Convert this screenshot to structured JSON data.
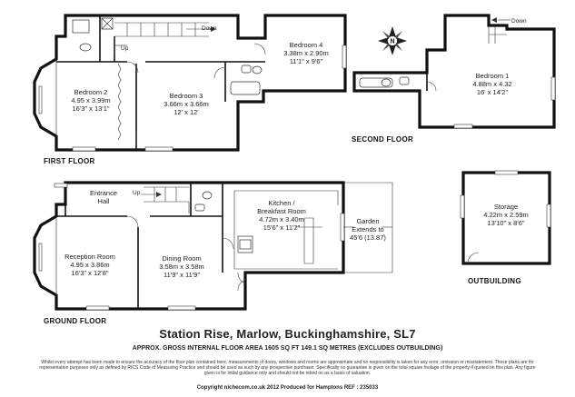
{
  "floors": {
    "first": "FIRST FLOOR",
    "second": "SECOND FLOOR",
    "ground": "GROUND FLOOR",
    "outbuilding": "OUTBUILDING"
  },
  "rooms": {
    "bedroom2": {
      "name": "Bedroom 2",
      "metric": "4.95 x 3.99m",
      "imperial": "16'3\" x 13'1\""
    },
    "bedroom3": {
      "name": "Bedroom 3",
      "metric": "3.66m x 3.66m",
      "imperial": "12' x 12'"
    },
    "bedroom4": {
      "name": "Bedroom 4",
      "metric": "3.38m x 2.90m",
      "imperial": "11'1\" x 9'6\""
    },
    "bedroom1": {
      "name": "Bedroom 1",
      "metric": "4.88m x 4.32",
      "imperial": "16' x 14'2\""
    },
    "entrance": {
      "line1": "Entrance",
      "line2": "Hall"
    },
    "kitchen": {
      "line1": "Kitchen /",
      "line2": "Breakfast Room",
      "metric": "4.72m x 3.40m",
      "imperial": "15'6\" x 11'2\""
    },
    "reception": {
      "name": "Reception Room",
      "metric": "4.95 x 3.86m",
      "imperial": "16'3\" x 12'8\""
    },
    "dining": {
      "name": "Dining Room",
      "metric": "3.58m x 3.58m",
      "imperial": "11'9\" x 11'9\""
    },
    "storage": {
      "name": "Storage",
      "metric": "4.22m x 2.59m",
      "imperial": "13'10\" x 8'6\""
    },
    "garden": {
      "line1": "Garden",
      "line2": "Extends to",
      "line3": "45'6 (13.87)"
    }
  },
  "stairs": {
    "up": "Up",
    "down": "Down"
  },
  "compass": {
    "letter": "N"
  },
  "footer": {
    "title": "Station Rise, Marlow, Buckinghamshire, SL7",
    "area": "APPROX. GROSS INTERNAL FLOOR AREA 1605 SQ FT 149.1 SQ METRES (EXCLUDES OUTBUILDING)",
    "disclaimer": "Whilst every attempt has been made to ensure the accuracy of the floor plan contained here, measurements of doors, windows and rooms are approximate and no responsibility is taken for any error, omission or misstatement. These plans are for representation purposes only as defined by RICS Code of Measuring Practice and should be used as such by any prospective purchaser. Specifically no guarantee is given on the total square footage of the property if quoted on this plan. Any figure given is for initial guidance only and should not be relied on as a basis of valuation.",
    "credits": "Copyright nichecom.co.uk 2012     Produced for Hamptons     REF : 235033"
  }
}
